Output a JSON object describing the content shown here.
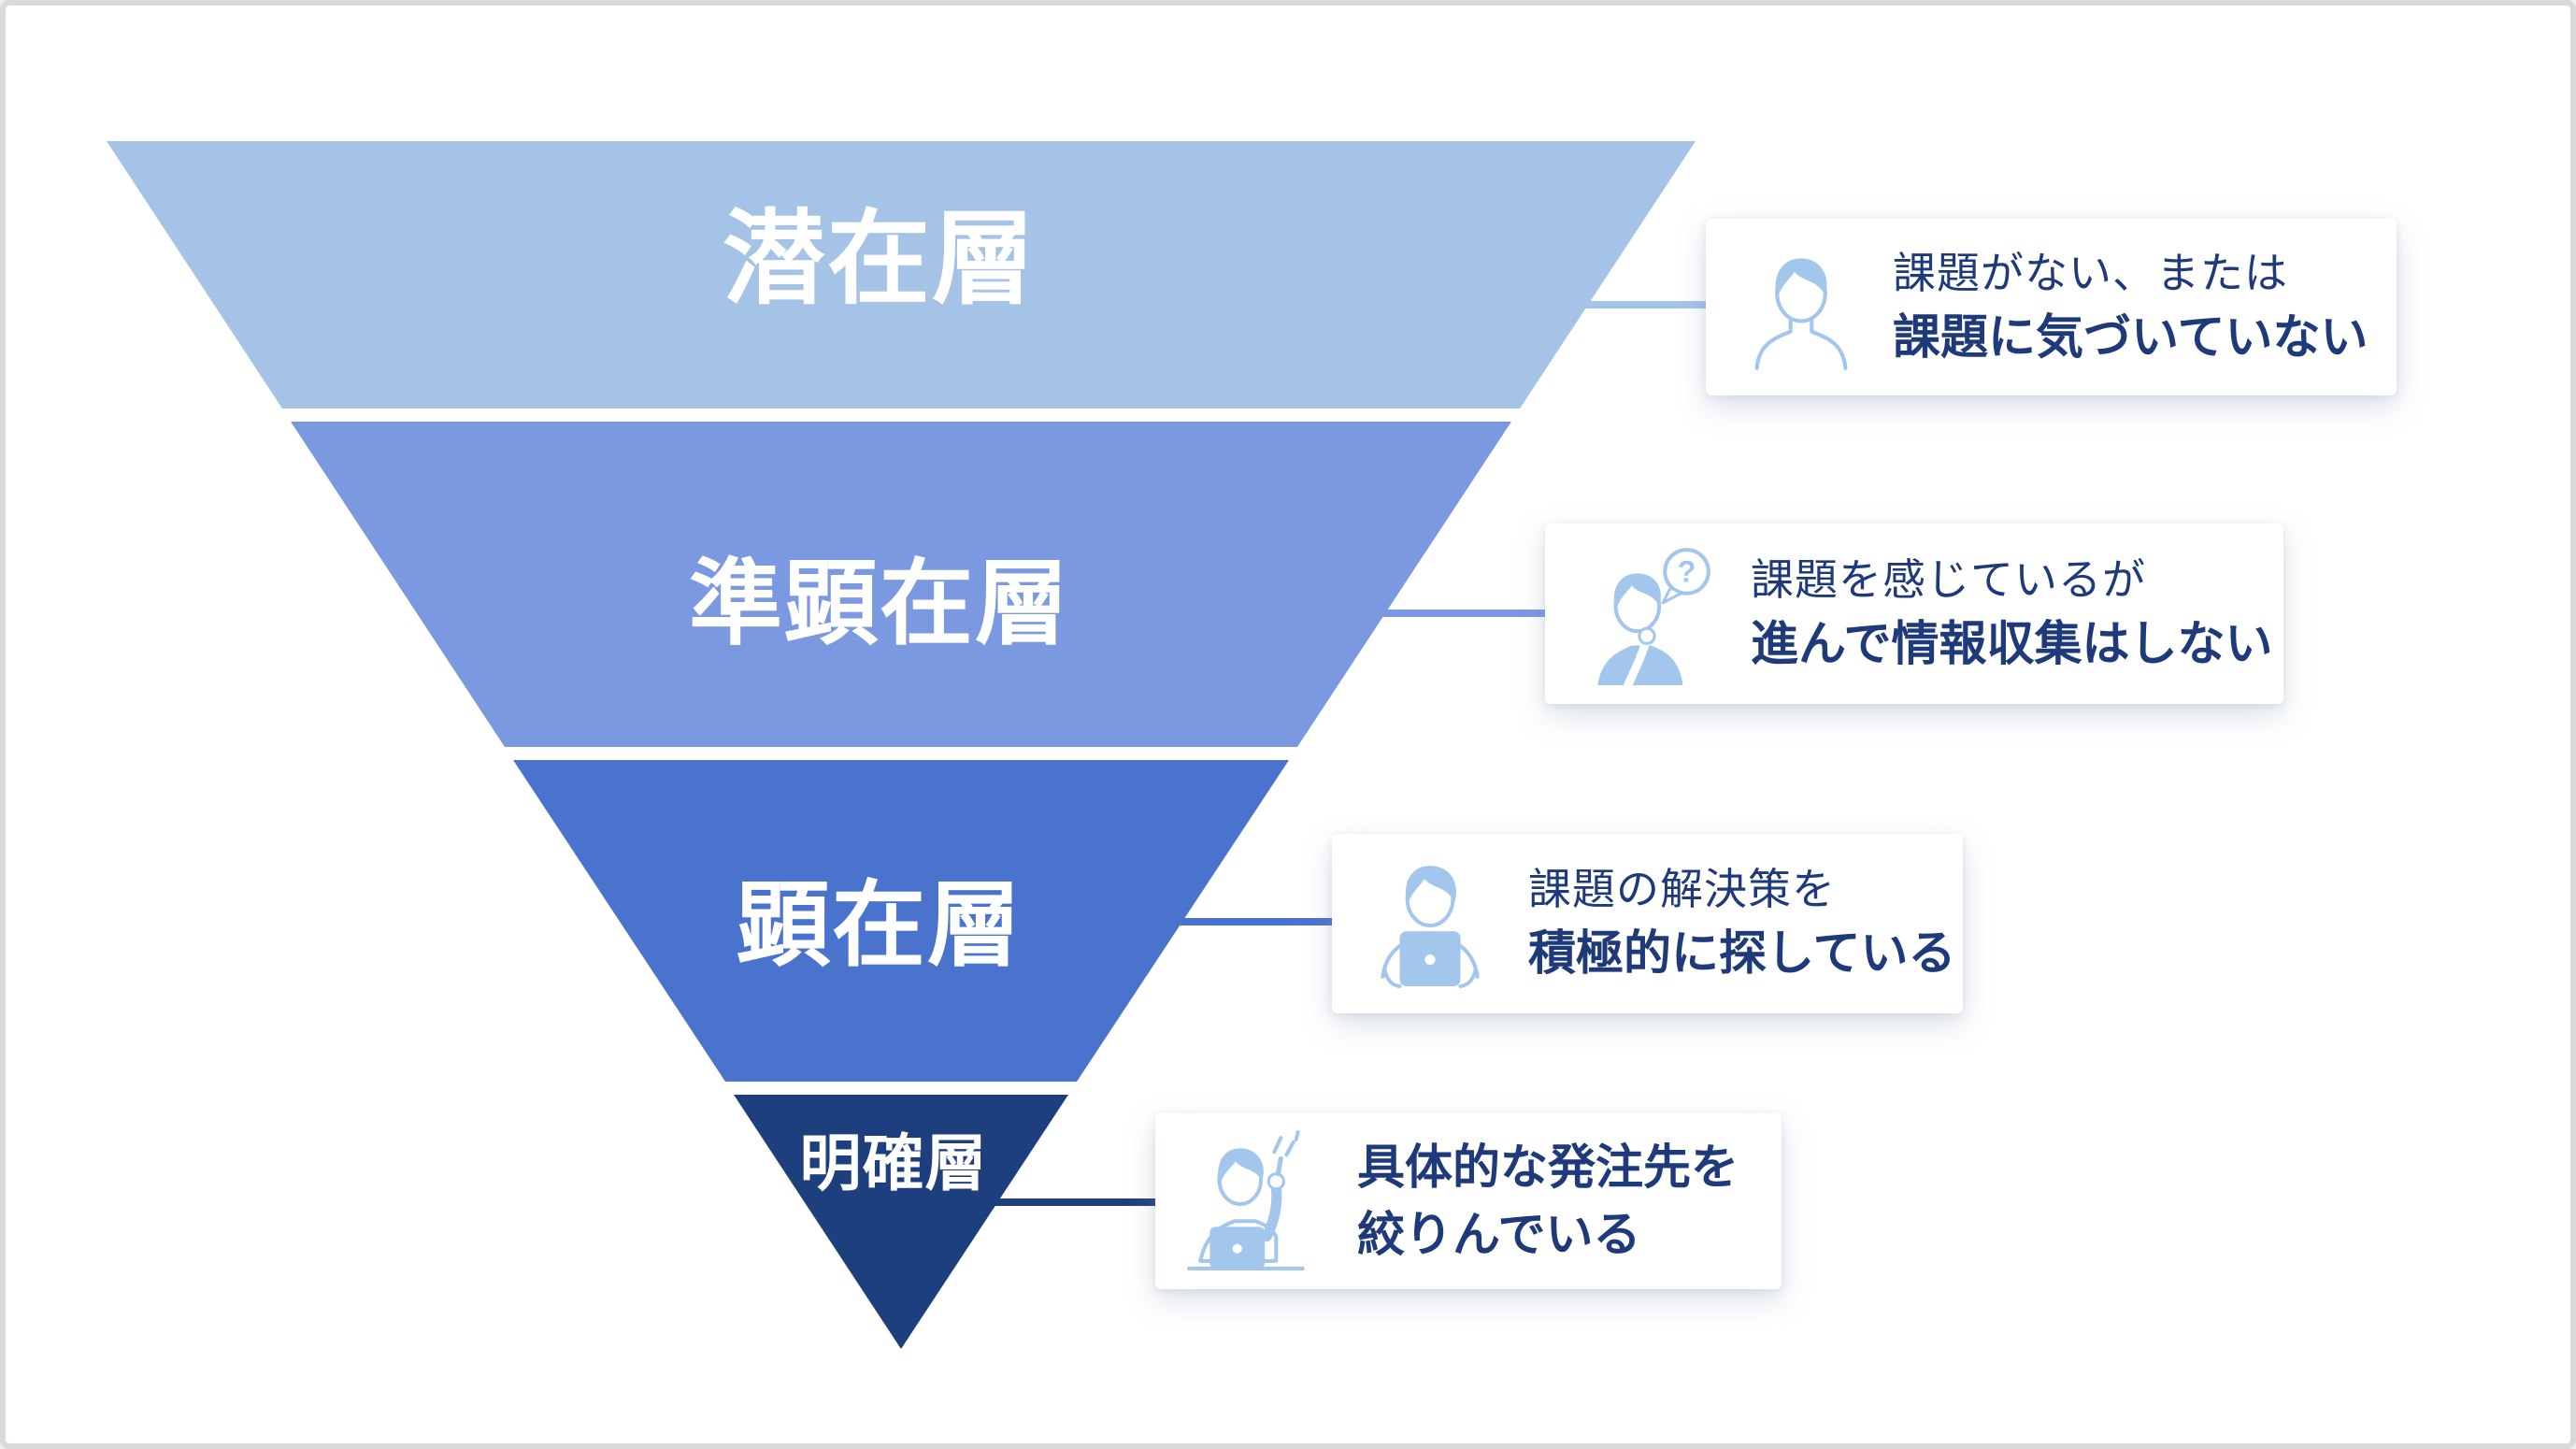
{
  "canvas": {
    "background_color": "#ffffff",
    "border_color": "#d9d9d9"
  },
  "palette": {
    "text_navy": "#1e3a7a",
    "icon_blue": "#a3c7ec",
    "white": "#ffffff"
  },
  "funnel": {
    "layers": [
      {
        "label": "潜在層",
        "color": "#a5c3e7"
      },
      {
        "label": "準顕在層",
        "color": "#7b99e0"
      },
      {
        "label": "顕在層",
        "color": "#4a73cd"
      },
      {
        "label": "明確層",
        "color": "#1d3f7e"
      }
    ]
  },
  "callouts": [
    {
      "line1": "課題がない、または",
      "line2": "課題に気づいていない"
    },
    {
      "line1": "課題を感じているが",
      "line2": "進んで情報収集はしない"
    },
    {
      "line1": "課題の解決策を",
      "line2": "積極的に探している"
    },
    {
      "line1": "具体的な発注先を",
      "line2": "絞りんでいる"
    }
  ]
}
